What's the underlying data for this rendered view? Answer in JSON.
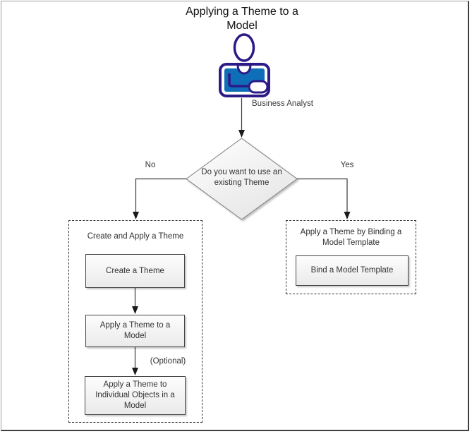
{
  "diagram": {
    "title": "Applying a Theme to a Model",
    "actor": {
      "label": "Business Analyst",
      "icon": "business-analyst-person-icon"
    },
    "decision": {
      "question": "Do you want to use an existing Theme",
      "no_label": "No",
      "yes_label": "Yes"
    },
    "no_branch": {
      "title": "Create and Apply a Theme",
      "steps": [
        "Create a Theme",
        "Apply a Theme to a Model",
        "Apply a Theme to Individual Objects in a Model"
      ],
      "optional_label": "(Optional)"
    },
    "yes_branch": {
      "title": "Apply a Theme by Binding a Model Template",
      "steps": [
        "Bind a Model Template"
      ]
    },
    "colors": {
      "actor_outline": "#2e1a87",
      "actor_shirt": "#0e6fb8",
      "shape_border": "#454545",
      "shape_fill_top": "#fdfdfd",
      "shape_fill_bottom": "#eaeaea",
      "dashed_border": "#333333",
      "connector": "#3a3a3a",
      "text": "#333333"
    }
  }
}
